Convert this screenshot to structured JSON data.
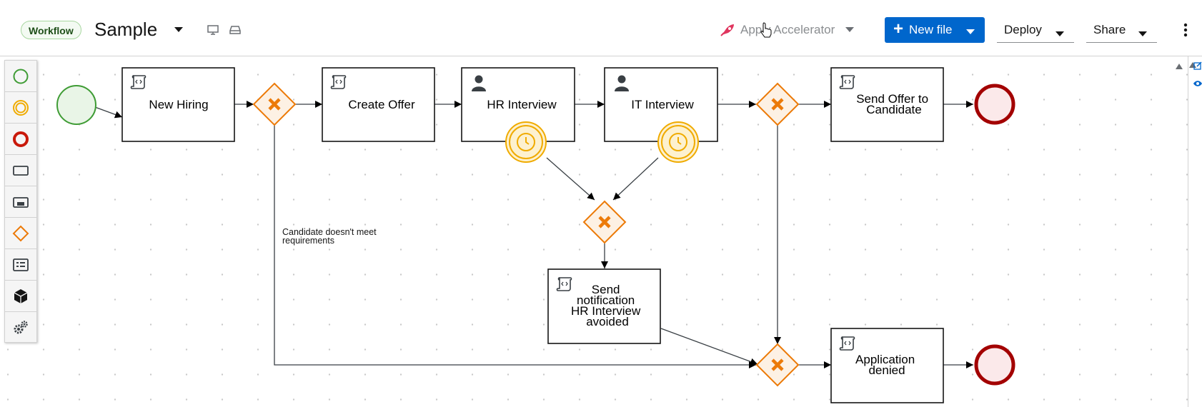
{
  "header": {
    "badge": "Workflow",
    "title": "Sample",
    "accelerator_label": "Apply Accelerator",
    "new_file_label": "New file",
    "deploy_label": "Deploy",
    "share_label": "Share"
  },
  "palette": {
    "items": [
      "start-event",
      "intermediate-event",
      "end-event",
      "task",
      "subprocess",
      "gateway",
      "data-object",
      "custom-tasks",
      "service-tasks"
    ]
  },
  "diagram": {
    "tasks": {
      "new_hiring": "New Hiring",
      "create_offer": "Create Offer",
      "hr_interview": "HR Interview",
      "it_interview": "IT Interview",
      "send_offer_line1": "Send Offer to",
      "send_offer_line2": "Candidate",
      "notif_line1": "Send",
      "notif_line2": "notification",
      "notif_line3": "HR Interview",
      "notif_line4": "avoided",
      "denied_line1": "Application",
      "denied_line2": "denied"
    },
    "edge_label_line1": "Candidate doesn't meet",
    "edge_label_line2": "requirements"
  },
  "colors": {
    "accent": "#0066cc",
    "gateway": "#ec7a08",
    "start": "#3f9c35",
    "end": "#a30000",
    "timer": "#f0ab00"
  }
}
